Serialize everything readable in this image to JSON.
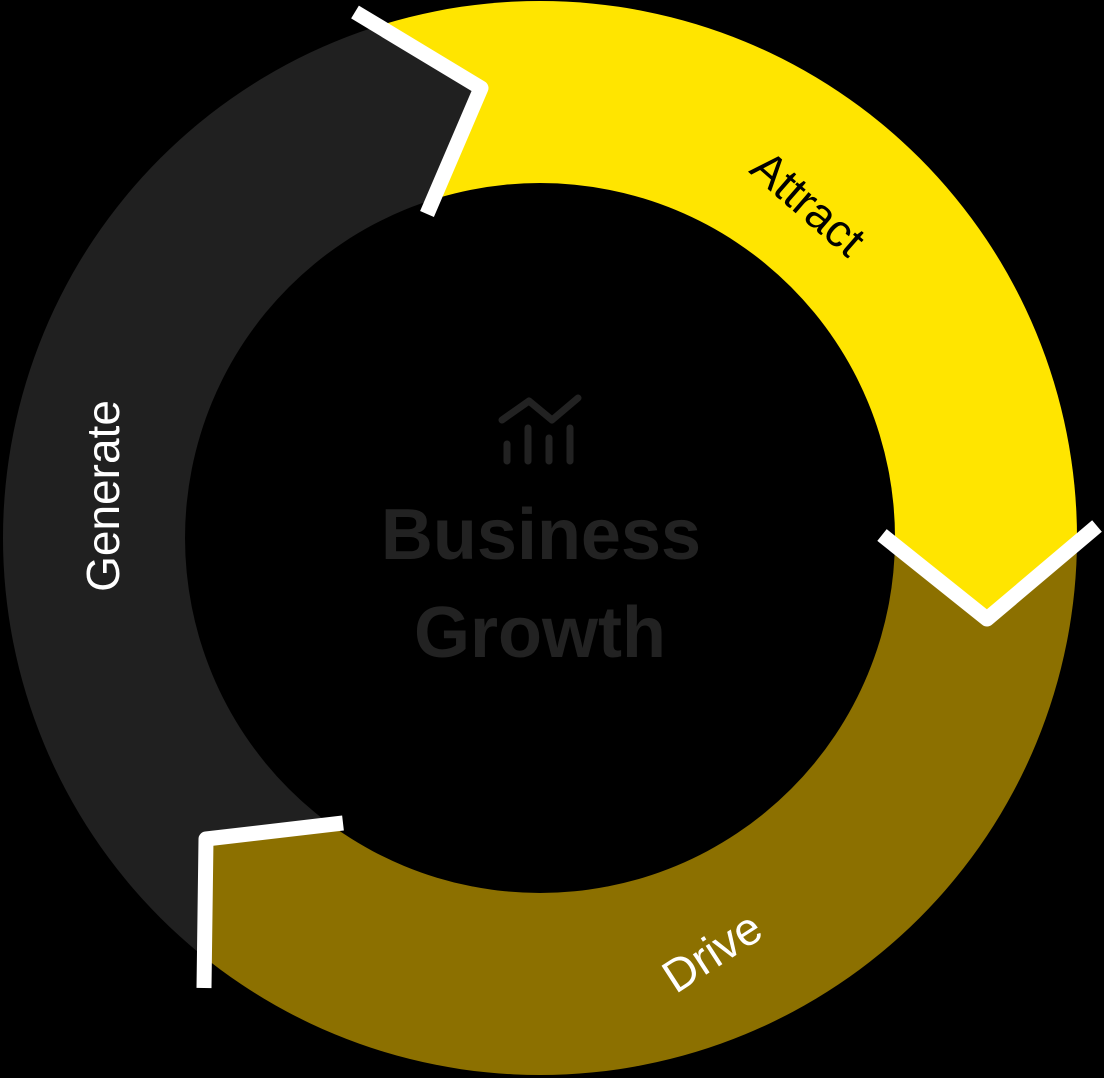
{
  "diagram": {
    "type": "cycle",
    "background": "#000000",
    "center": {
      "icon": "growth-chart-icon",
      "title_line1": "Business",
      "title_line2": "Growth",
      "color": "#222222"
    },
    "segments": [
      {
        "id": "attract",
        "label": "Attract",
        "color": "#FFE500",
        "text_color": "#000000"
      },
      {
        "id": "drive",
        "label": "Drive",
        "color": "#8C7000",
        "text_color": "#FFFFFF"
      },
      {
        "id": "generate",
        "label": "Generate",
        "color": "#202020",
        "text_color": "#FFFFFF"
      }
    ],
    "arrow_color": "#FFFFFF",
    "flow": [
      "Attract",
      "Drive",
      "Generate"
    ]
  }
}
